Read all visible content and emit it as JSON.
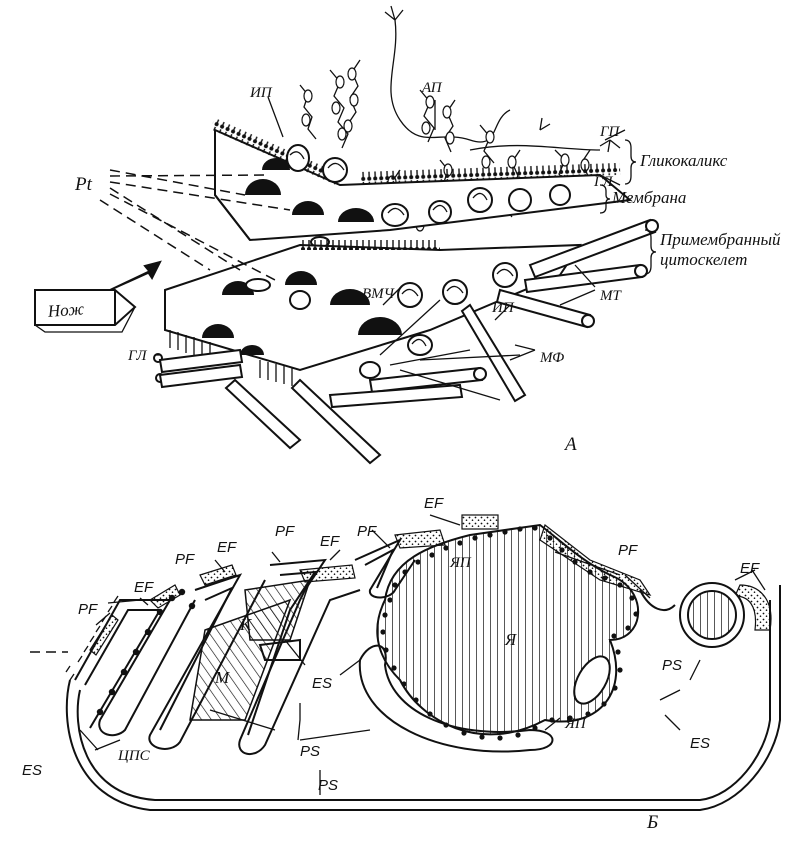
{
  "panel_a": {
    "panel_label": "А",
    "pt_label": "Pt",
    "knife_label": "Нож",
    "labels": {
      "ip_top": "ИП",
      "ap": "АП",
      "gp": "ГП",
      "gl_right": "ГЛ",
      "glycocalyx": "Гликокаликс",
      "membrane": "Мембрана",
      "cytoskeleton_line1": "Примембранный",
      "cytoskeleton_line2": "цитоскелет",
      "mt": "МТ",
      "vmch": "ВМЧ",
      "ip_bottom": "ИП",
      "mf": "МФ",
      "gl_left": "ГЛ"
    }
  },
  "panel_b": {
    "panel_label": "Б",
    "labels": {
      "ef_1": "EF",
      "ef_2": "EF",
      "ef_3": "EF",
      "ef_4": "EF",
      "ef_5": "EF",
      "pf_1": "PF",
      "pf_2": "PF",
      "pf_3": "PF",
      "pf_4": "PF",
      "pf_5": "PF",
      "yap_top": "ЯП",
      "yap_bottom": "ЯП",
      "nucleus": "Я",
      "k": "К",
      "m": "М",
      "es_left": "ES",
      "es_mid": "ES",
      "es_right": "ES",
      "ps_mid": "PS",
      "ps_bottom": "PS",
      "ps_right": "PS",
      "cps": "ЦПС"
    }
  }
}
